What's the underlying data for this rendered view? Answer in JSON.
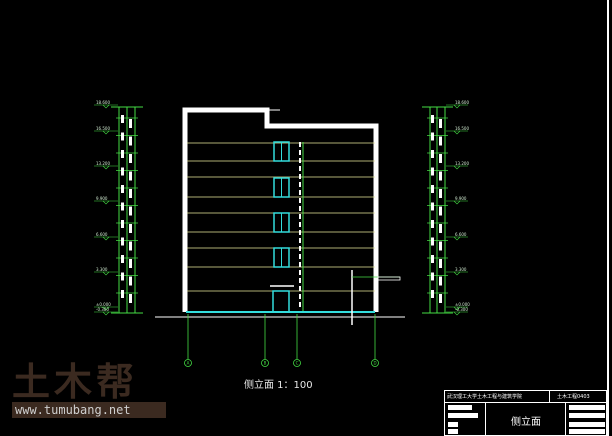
{
  "drawing": {
    "caption": "侧立面 1：100",
    "levels_left": [
      "18.600",
      "16.500",
      "13.200",
      "9.900",
      "6.600",
      "3.300",
      "±0.000",
      "-0.300"
    ],
    "levels_right": [
      "18.600",
      "16.500",
      "13.200",
      "9.900",
      "6.600",
      "3.300",
      "±0.000",
      "-0.300"
    ],
    "axis_labels": [
      "A",
      "B",
      "C",
      "D"
    ]
  },
  "title_block": {
    "school": "武汉理工大学土木工程与建筑学院",
    "class": "土木工程0403",
    "sheet_title": "侧立面"
  },
  "watermark": {
    "name": "土木帮",
    "url": "www.tumubang.net"
  },
  "colors": {
    "background": "#000000",
    "outline": "#ffffff",
    "floor_lines": "#e8e89a",
    "windows": "#33dddd",
    "dimension": "#44dd44"
  }
}
